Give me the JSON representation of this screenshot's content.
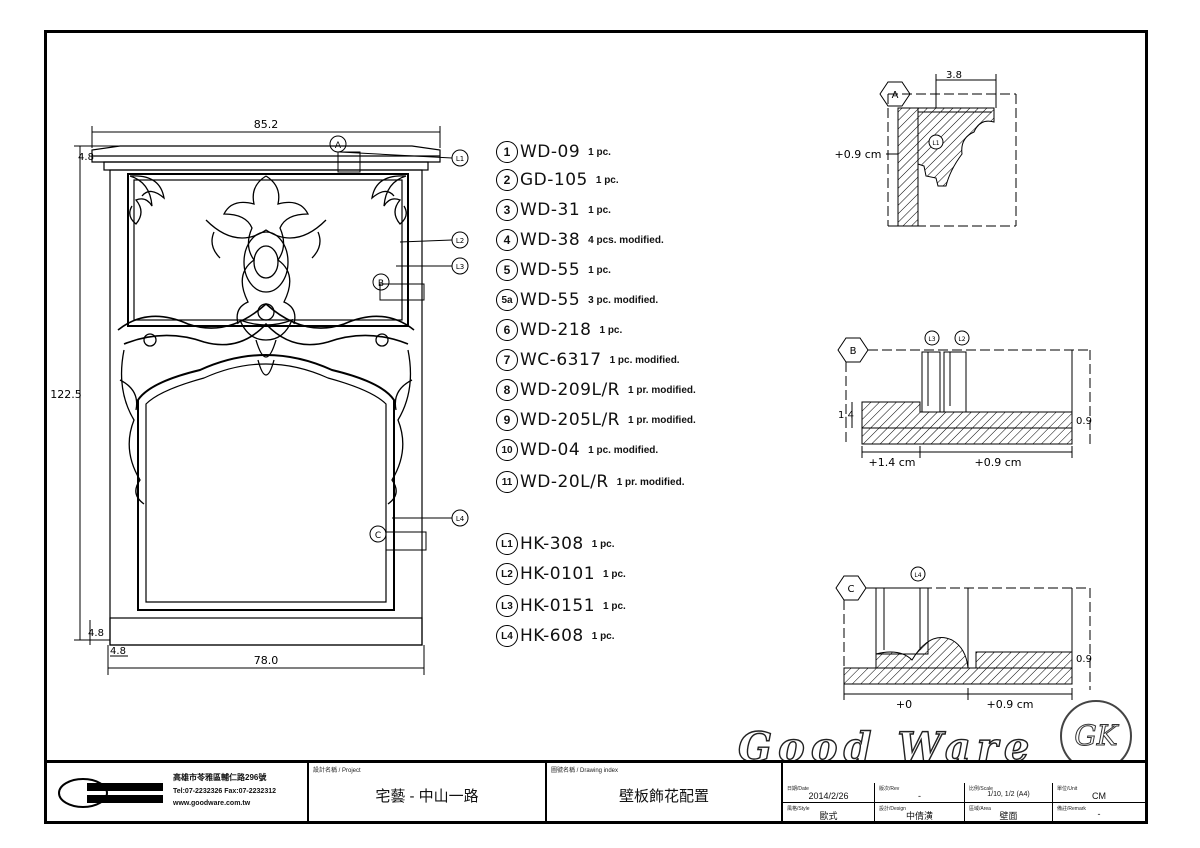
{
  "dimensions": {
    "top_width": "85.2",
    "cornice_height": "4.8",
    "overall_height": "122.5",
    "base_height": "4.8",
    "side_width": "4.8",
    "inner_width": "78.0"
  },
  "callouts": {
    "a": "A",
    "b": "B",
    "c": "C",
    "l1": "L1",
    "l2": "L2",
    "l3": "L3",
    "l4": "L4"
  },
  "parts": [
    {
      "bubble": "1",
      "code": "WD-09",
      "qty": "1 pc."
    },
    {
      "bubble": "2",
      "code": "GD-105",
      "qty": "1 pc."
    },
    {
      "bubble": "3",
      "code": "WD-31",
      "qty": "1 pc."
    },
    {
      "bubble": "4",
      "code": "WD-38",
      "qty": "4 pcs. modified."
    },
    {
      "bubble": "5",
      "code": "WD-55",
      "qty": "1 pc."
    },
    {
      "bubble": "5a",
      "code": "WD-55",
      "qty": "3 pc. modified."
    },
    {
      "bubble": "6",
      "code": "WD-218",
      "qty": "1 pc."
    },
    {
      "bubble": "7",
      "code": "WC-6317",
      "qty": "1 pc. modified."
    },
    {
      "bubble": "8",
      "code": "WD-209L/R",
      "qty": "1 pr. modified."
    },
    {
      "bubble": "9",
      "code": "WD-205L/R",
      "qty": "1 pr. modified."
    },
    {
      "bubble": "10",
      "code": "WD-04",
      "qty": "1 pc. modified."
    },
    {
      "bubble": "11",
      "code": "WD-20L/R",
      "qty": "1 pr. modified."
    }
  ],
  "lines": [
    {
      "bubble": "L1",
      "code": "HK-308",
      "qty": "1 pc."
    },
    {
      "bubble": "L2",
      "code": "HK-0101",
      "qty": "1 pc."
    },
    {
      "bubble": "L3",
      "code": "HK-0151",
      "qty": "1 pc."
    },
    {
      "bubble": "L4",
      "code": "HK-608",
      "qty": "1 pc."
    }
  ],
  "section_a": {
    "width": "3.8",
    "offset": "+0.9 cm"
  },
  "section_b": {
    "height": "1.4",
    "right": "0.9",
    "left_dim": "+1.4 cm",
    "right_dim": "+0.9 cm"
  },
  "section_c": {
    "right": "0.9",
    "left_dim": "+0",
    "right_dim": "+0.9 cm"
  },
  "title_block": {
    "company_address": "高雄市苓雅區輔仁路296號",
    "company_phone": "Tel:07-2232326  Fax:07-2232312",
    "company_web": "www.goodware.com.tw",
    "project_caption": "設計名稱 / Project",
    "project_name": "宅藝 - 中山一路",
    "index_caption": "圖號名稱 / Drawing index",
    "index_name": "壁板飾花配置",
    "date_caption": "日期/Date",
    "date": "2014/2/26",
    "revision_caption": "版次/Rev",
    "revision": "-",
    "scale_caption": "比例/Scale",
    "scale": "1/10, 1/2 (A4)",
    "unit_caption": "單位/Unit",
    "unit": "CM",
    "style_caption": "風格/Style",
    "style": "歐式",
    "designer_caption": "設計/Design",
    "designer": "中倩潢",
    "area_caption": "區域/Area",
    "area": "壁面",
    "note_caption": "備註/Remark",
    "note": "-",
    "brand": "Good Ware",
    "watermark": "GK"
  },
  "colors": {
    "line": "#000000",
    "background": "#ffffff"
  }
}
